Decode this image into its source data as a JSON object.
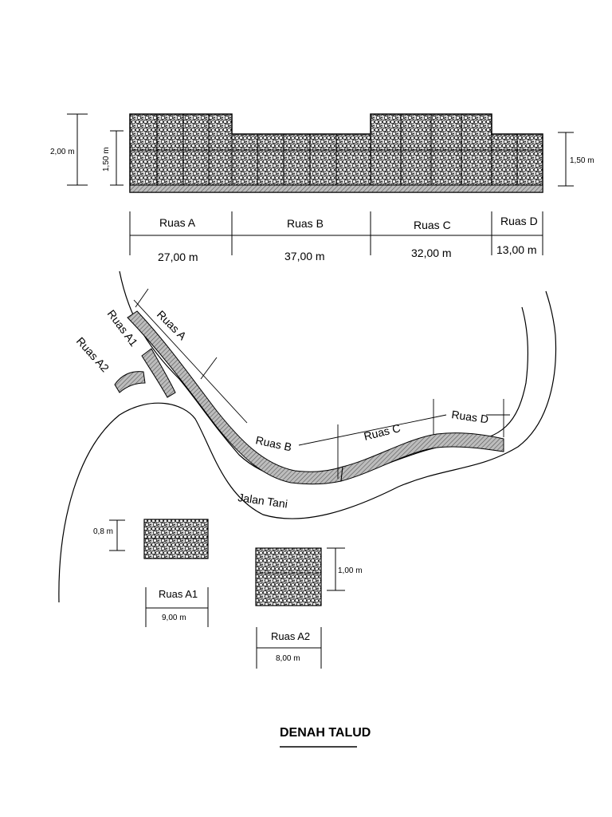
{
  "elevation": {
    "height_left": "2,00 m",
    "height_inner": "1,50 m",
    "height_right": "1,50 m",
    "segments": [
      {
        "name": "Ruas A",
        "length": "27,00 m"
      },
      {
        "name": "Ruas B",
        "length": "37,00 m"
      },
      {
        "name": "Ruas C",
        "length": "32,00 m"
      },
      {
        "name": "Ruas D",
        "length": "13,00 m"
      }
    ]
  },
  "plan": {
    "labels": {
      "ruas_a": "Ruas A",
      "ruas_a1": "Ruas A1",
      "ruas_a2": "Ruas A2",
      "ruas_b": "Ruas B",
      "ruas_c": "Ruas C",
      "ruas_d": "Ruas D",
      "road": "Jalan Tani"
    }
  },
  "details": {
    "a1": {
      "name": "Ruas A1",
      "length": "9,00 m",
      "height": "0,8 m"
    },
    "a2": {
      "name": "Ruas A2",
      "length": "8,00 m",
      "height": "1,00 m"
    }
  },
  "title": "DENAH TALUD"
}
